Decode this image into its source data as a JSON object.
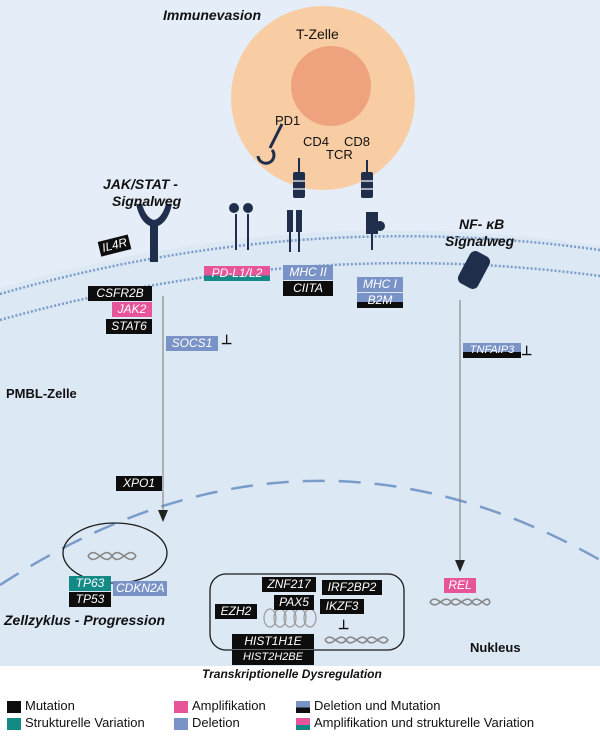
{
  "labels": {
    "immunevasion": "Immunevasion",
    "t_cell": "T-Zelle",
    "pd1": "PD1",
    "cd4": "CD4",
    "cd8": "CD8",
    "tcr": "TCR",
    "jakstat_1": "JAK/STAT -",
    "jakstat_2": "Signalweg",
    "nfkb_1": "NF- κB",
    "nfkb_2": "Signalweg",
    "pmbl_cell": "PMBL-Zelle",
    "cell_cycle": "Zellzyklus - Progression",
    "transcription": "Transkriptionelle Dysregulation",
    "nucleus": "Nukleus",
    "inhibit_socs1": "⊥",
    "inhibit_tnfaip3": "⊥",
    "inhibit_ikzf3": "⊥"
  },
  "genes": {
    "il4r": "IL4R",
    "csfr2b": "CSFR2B",
    "jak2": "JAK2",
    "stat6": "STAT6",
    "pdl1l2": "PD-L1/L2",
    "mhc2": "MHC II",
    "ciita": "CIITA",
    "mhc1": "MHC I",
    "b2m": "B2M",
    "socs1": "SOCS1",
    "tnfaip3": "TNFAIP3",
    "xpo1": "XPO1",
    "tp63": "TP63",
    "tp53": "TP53",
    "cdkn2a": "CDKN2A",
    "znf217": "ZNF217",
    "irf2bp2": "IRF2BP2",
    "ezh2": "EZH2",
    "pax5": "PAX5",
    "ikzf3": "IKZF3",
    "hist1h1e": "HIST1H1E",
    "hist2h2be": "HIST2H2BE",
    "rel": "REL"
  },
  "legend": {
    "mutation": "Mutation",
    "structural": "Strukturelle Variation",
    "amplification": "Amplifikation",
    "deletion": "Deletion",
    "deletion_mutation": "Deletion und Mutation",
    "amp_structural": "Amplifikation und strukturelle Variation"
  },
  "colors": {
    "mutation": "#0d0d0d",
    "structural_variation": "#148a86",
    "amplification": "#e6559a",
    "deletion": "#7a93c6",
    "cell_background": "#dde8f5",
    "membrane": "#7a9cc9",
    "t_cell": "#f8cda3",
    "t_cell_nucleus": "#eea37e",
    "receptor": "#1f2e4a"
  }
}
